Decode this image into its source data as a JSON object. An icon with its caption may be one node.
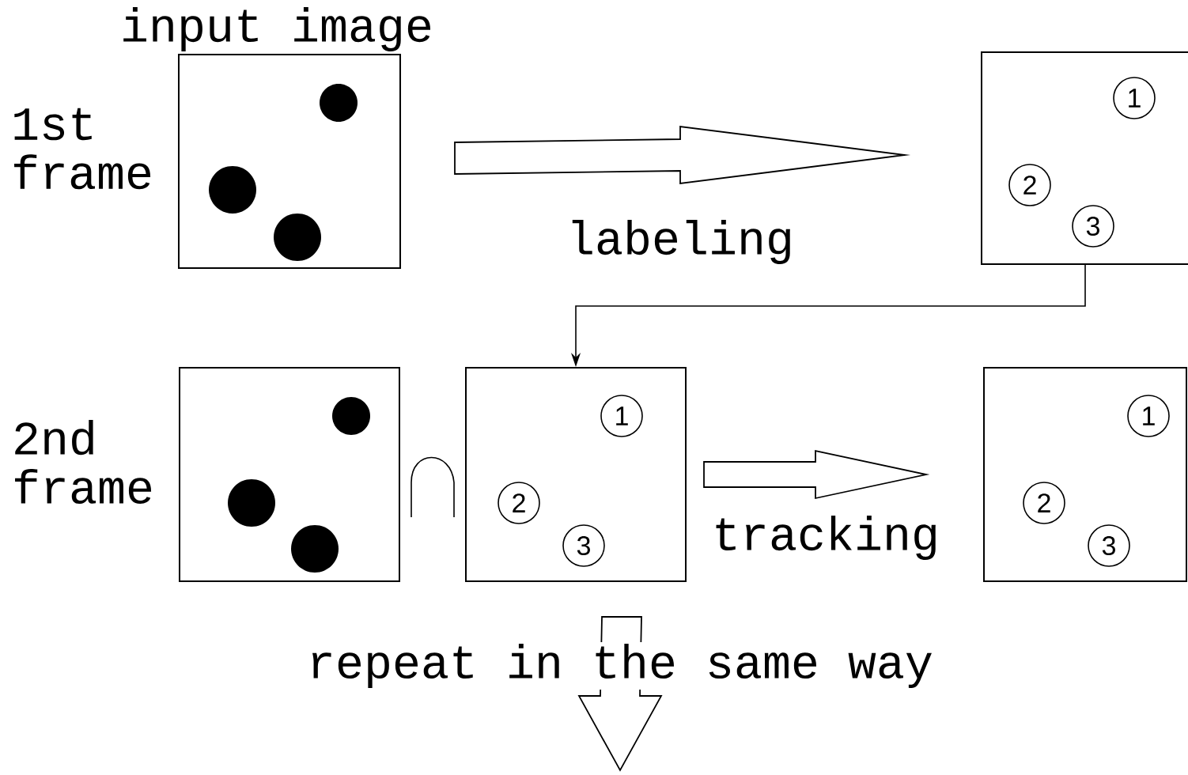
{
  "diagram": {
    "nodes": [
      {
        "text": [
          "input image"
        ],
        "beside": [
          "1st frame"
        ]
      },
      {
        "text": [],
        "shape": "box"
      },
      {
        "text": [
          "1"
        ],
        "in": 1
      },
      {
        "text": [
          "2"
        ],
        "in": 1
      },
      {
        "text": [
          "3"
        ],
        "in": 1
      },
      {
        "text": [],
        "shape": "box",
        "beside": [
          "2nd frame"
        ]
      },
      {
        "text": [],
        "shape": "box"
      },
      {
        "text": [
          "1"
        ],
        "in": 6
      },
      {
        "text": [
          "2"
        ],
        "in": 6
      },
      {
        "text": [
          "3"
        ],
        "in": 6
      },
      {
        "text": [],
        "shape": "box"
      },
      {
        "text": [
          "1"
        ],
        "in": 10
      },
      {
        "text": [
          "2"
        ],
        "in": 10
      },
      {
        "text": [
          "3"
        ],
        "in": 10
      }
    ],
    "edges": [
      {
        "from": 0,
        "to": 1,
        "arrow": "to",
        "label": "labeling"
      },
      {
        "from": 1,
        "to": 6,
        "arrow": "to"
      },
      {
        "from": 6,
        "to": 10,
        "arrow": "to",
        "label": "tracking"
      },
      {
        "from": 6,
        "to": null,
        "arrow": "to",
        "label": "repeat in the same way"
      }
    ]
  }
}
